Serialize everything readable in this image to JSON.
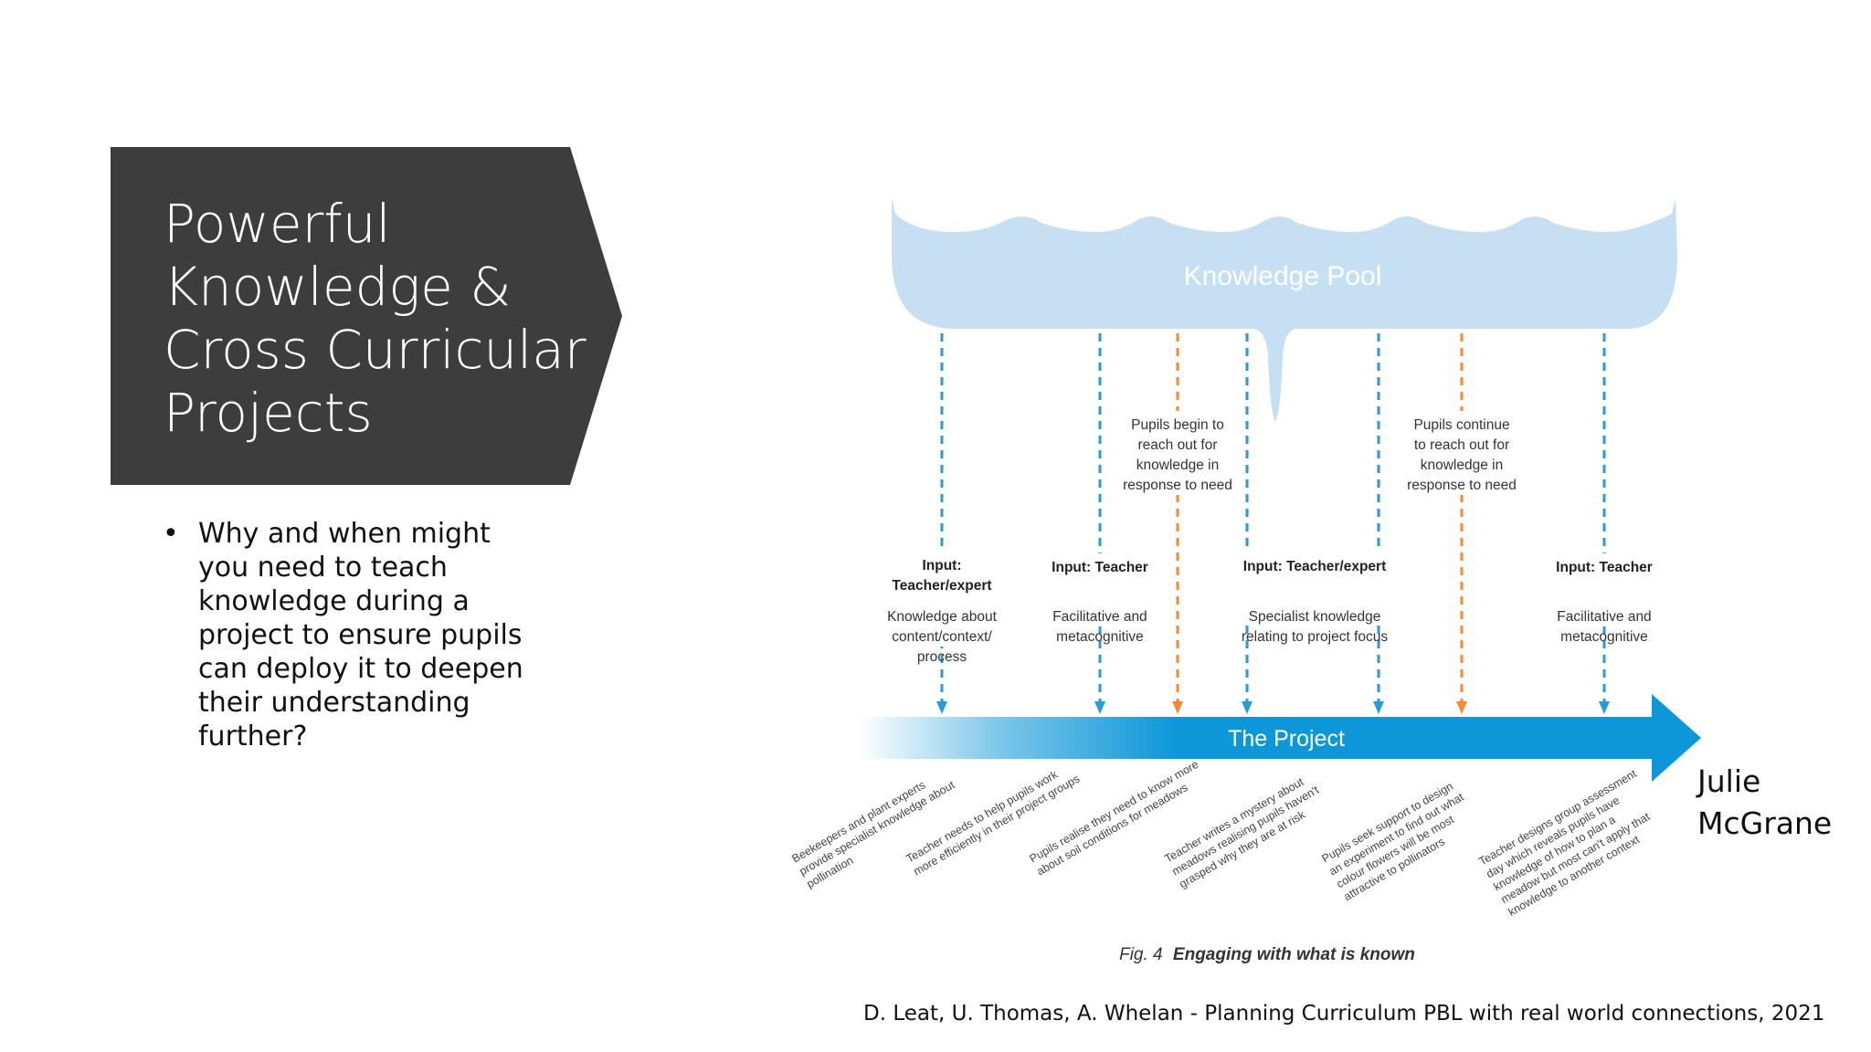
{
  "slide": {
    "title": "Powerful\nKnowledge &\nCross Curricular\nProjects",
    "bullets": [
      "Why and when might you need to teach knowledge during a project to ensure pupils can deploy it to deepen their understanding further?"
    ],
    "author": "Julie\nMcGrane",
    "citation": "D. Leat, U. Thomas, A. Whelan  - Planning Curriculum PBL with real world connections, 2021"
  },
  "diagram": {
    "pool_label": "Knowledge Pool",
    "project_label": "The Project",
    "figure_number": "Fig. 4",
    "figure_caption": "Engaging with what is known",
    "colors": {
      "pool": "#c6dff2",
      "teacher_arrow": "#2a9bd6",
      "pupil_arrow": "#f0893a",
      "project": "#0d97d8",
      "banner": "#3d3d3d"
    },
    "inputs": [
      {
        "heading": "Input:\nTeacher/expert",
        "body": "Knowledge about\ncontent/context/\nprocess"
      },
      {
        "heading": "Input: Teacher",
        "body": "Facilitative and\nmetacognitive"
      },
      {
        "heading": "Input: Teacher/expert",
        "body": "Specialist knowledge\nrelating to project focus"
      },
      {
        "heading": "Input: Teacher",
        "body": "Facilitative and\nmetacognitive"
      }
    ],
    "pupil_notes": [
      "Pupils begin to\nreach out for\nknowledge in\nresponse to need",
      "Pupils continue\nto reach out for\nknowledge in\nresponse to need"
    ],
    "timeline_notes": [
      "Beekeepers and plant experts\nprovide specialist knowledge about\npollination",
      "Teacher needs to help pupils work\nmore efficiently in their project groups",
      "Pupils realise they need to know more\nabout soil conditions for meadows",
      "Teacher writes a mystery about\nmeadows realising pupils haven't\ngrasped why they are at risk",
      "Pupils seek support to design\nan experiment to find out what\ncolour flowers will be most\nattractive to pollinators",
      "Teacher designs group assessment\nday which reveals pupils have\nknowledge of how to plan a\nmeadow but most can't apply that\nknowledge to another context"
    ]
  }
}
